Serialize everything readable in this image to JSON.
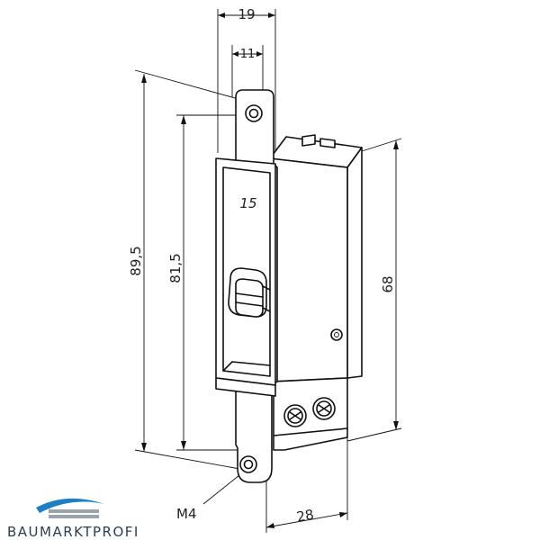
{
  "dimensions": {
    "width_outer": "19",
    "width_inner": "11",
    "opening": "15",
    "height_total": "89,5",
    "hole_spacing": "81,5",
    "body_height": "68",
    "body_depth": "28",
    "thread": "M4"
  },
  "logo": {
    "text": "BAUMARKTPROFI",
    "colors": {
      "swoosh": "#1f7fc4",
      "bar": "#9aa4ad",
      "text": "#2d3e50"
    }
  }
}
